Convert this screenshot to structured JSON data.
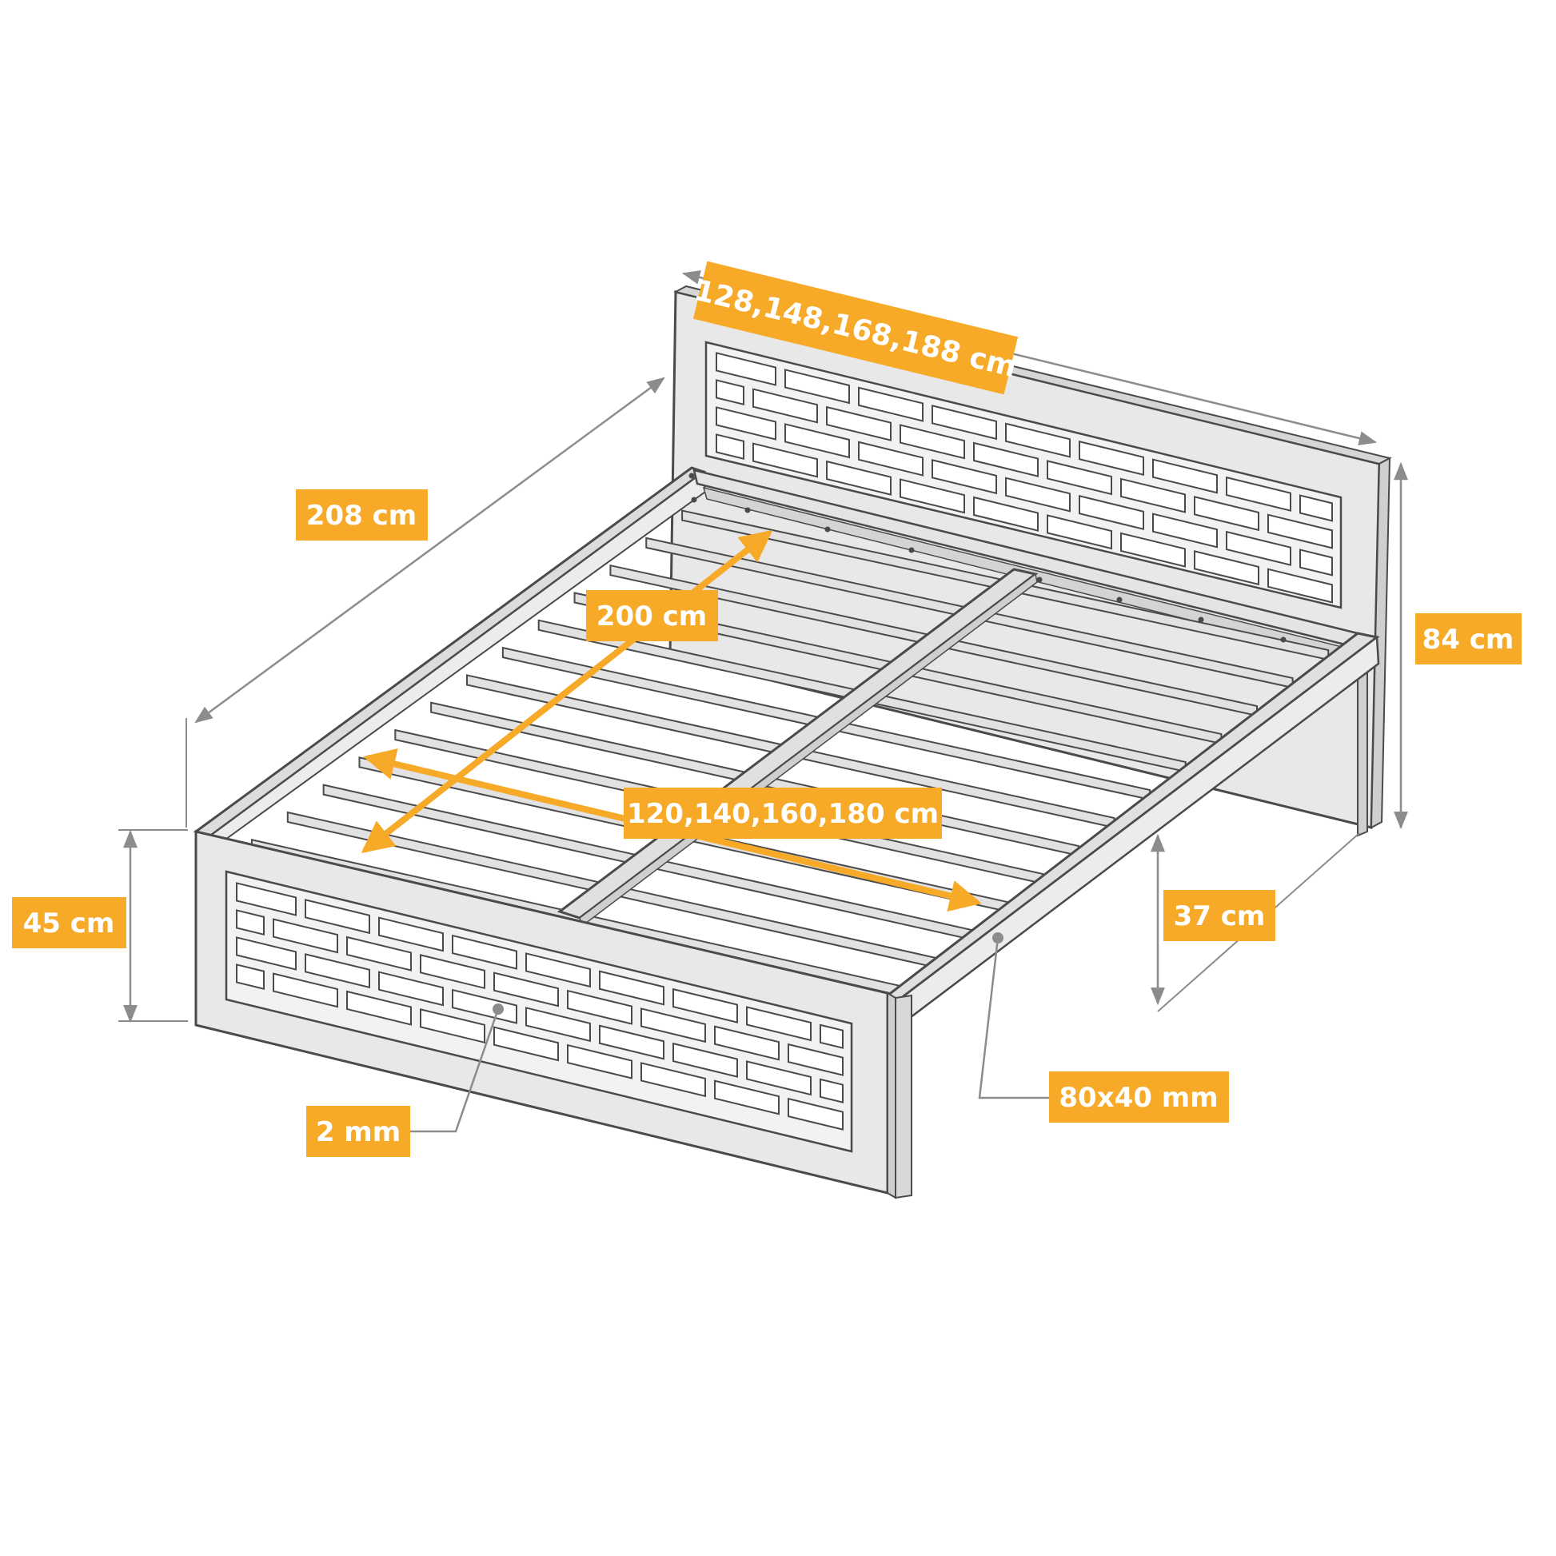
{
  "colors": {
    "accent": "#F7A928",
    "frame_stroke": "#4a4a4a",
    "frame_fill": "#e6e6e6",
    "slot_fill": "#ffffff",
    "dim_line": "#8c8c8c",
    "label_text": "#ffffff"
  },
  "labels": {
    "headboard_width": "128,148,168,188 cm",
    "total_length": "208 cm",
    "mattress_length": "200 cm",
    "mattress_width": "120,140,160,180 cm",
    "headboard_height": "84 cm",
    "footboard_height": "45 cm",
    "leg_clearance": "37 cm",
    "panel_thickness": "2 mm",
    "profile_size": "80x40 mm"
  }
}
